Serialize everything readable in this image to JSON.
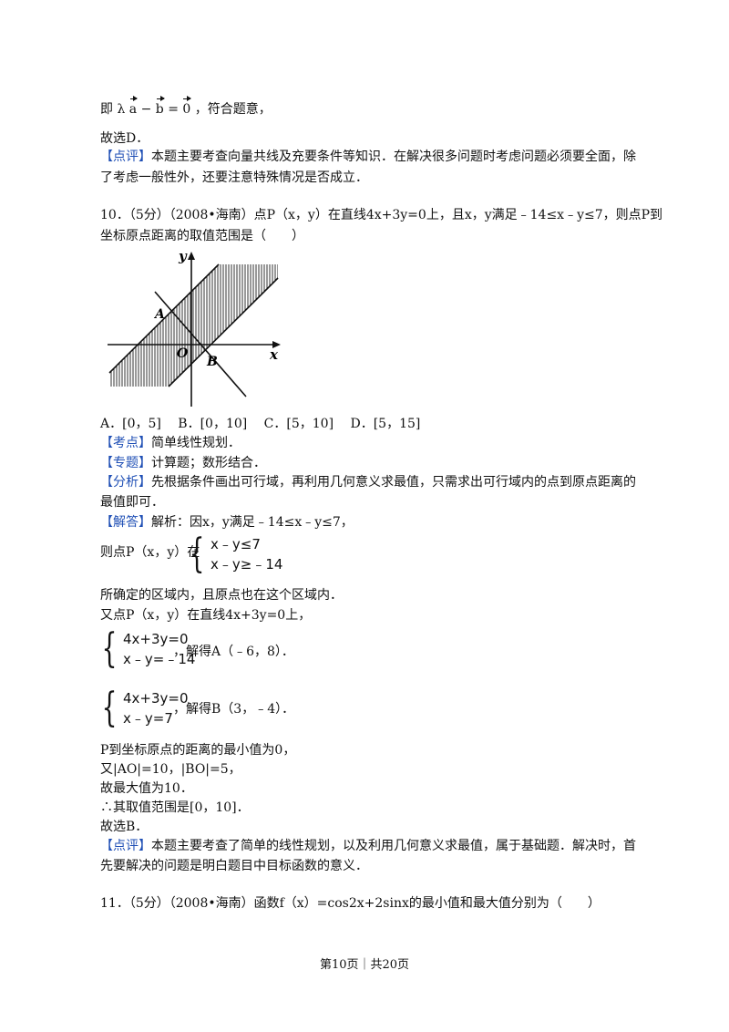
{
  "prev": {
    "line1": "即 λ",
    "vec_a": "a",
    "minus": " − ",
    "vec_b": "b",
    "eq": "=",
    "vec_0": "0",
    "line1_tail": "，符合题意，",
    "choose": "故选D．",
    "comment_tag": "【点评】",
    "comment_1": "本题主要考查向量共线及充要条件等知识．在解决很多问题时考虑问题必须要全面，除",
    "comment_2": "了考虑一般性外，还要注意特殊情况是否成立．"
  },
  "q10": {
    "stem_1": "10．（5分）（2008•海南）点P（x，y）在直线4x+3y=0上，且x，y满足﹣14≤x﹣y≤7，则点P到",
    "stem_2": "坐标原点距离的取值范围是（　　）",
    "figure": {
      "label_y": "y",
      "label_x": "x",
      "label_A": "A",
      "label_O": "O",
      "label_B": "B"
    },
    "options": "A．[0，5]　  B．[0，10]　 C．[5，10]　 D．[5，15]",
    "kaodian_tag": "【考点】",
    "kaodian": "简单线性规划．",
    "zhuanti_tag": "【专题】",
    "zhuanti": "计算题；数形结合．",
    "fenxi_tag": "【分析】",
    "fenxi_1": "先根据条件画出可行域，再利用几何意义求最值，只需求出可行域内的点到原点距离的",
    "fenxi_2": "最值即可．",
    "jieda_tag": "【解答】",
    "jieda_1": "解析：因x，y满足﹣14≤x﹣y≤7，",
    "jieda_2_pre": "则点P（x，y）在",
    "sys1": [
      "x﹣y≤7",
      "x﹣y≥﹣14"
    ],
    "jieda_3": "所确定的区域内，且原点也在这个区域内．",
    "jieda_4": "又点P（x，y）在直线4x+3y=0上，",
    "sys2": [
      "4x+3y=0",
      "x﹣y=﹣14"
    ],
    "sys2_tail": "，解得A（﹣6，8）．",
    "sys3": [
      "4x+3y=0",
      "x﹣y=7"
    ],
    "sys3_tail": "，解得B（3，﹣4）．",
    "jieda_5": "P到坐标原点的距离的最小值为0，",
    "jieda_6": "又|AO|=10，|BO|=5，",
    "jieda_7": "故最大值为10．",
    "jieda_8": "∴其取值范围是[0，10]．",
    "jieda_9": "故选B．",
    "dianping_tag": "【点评】",
    "dianping_1": "本题主要考查了简单的线性规划，以及利用几何意义求最值，属于基础题．解决时，首",
    "dianping_2": "先要解决的问题是明白题目中目标函数的意义．"
  },
  "q11": {
    "stem": "11．（5分）（2008•海南）函数f（x）=cos2x+2sinx的最小值和最大值分别为（　　）"
  },
  "footer": "第10页｜共20页"
}
